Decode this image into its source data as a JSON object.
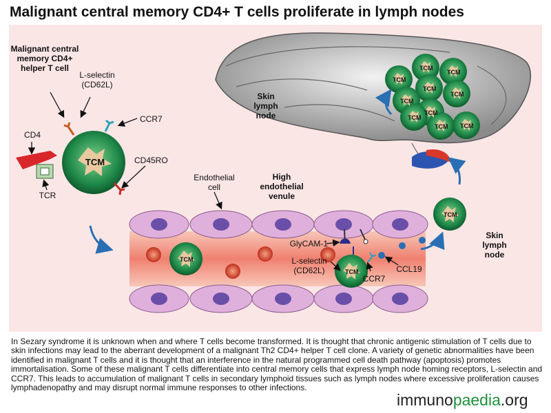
{
  "title": "Malignant central memory CD4+ T cells proliferate in lymph nodes",
  "labels": {
    "malignant_cell": "Malignant central memory CD4+ helper T cell",
    "l_selectin_top": "L-selectin (CD62L)",
    "ccr7_top": "CCR7",
    "cd4": "CD4",
    "cd45ro": "CD45RO",
    "tcr": "TCR",
    "tcm": "TCM",
    "endothelial_cell": "Endothelial cell",
    "high_endothelial_venule": "High endothelial venule",
    "skin_lymph_node_top": "Skin lymph node",
    "skin_lymph_node_right": "Skin lymph node",
    "glycam": "GlyCAM-1",
    "l_selectin_bottom": "L-selectin (CD62L)",
    "ccr7_bottom": "CCR7",
    "ccl19": "CCL19"
  },
  "caption": "In Sezary syndrome it is unknown when and where T cells become transformed. It is thought that chronic antigenic stimulation of T cells due to skin infections may lead to the aberrant development of a malignant Th2 CD4+ helper T cell clone. A variety of genetic abnormalities have been identified in malignant T cells and it is thought that an interference in the natural programmed cell death pathway (apoptosis) promotes immortalisation. Some of these malignant T cells differentiate into central memory cells that express lymph node homing receptors, L-selectin and CCR7. This leads to accumulation of malignant T cells in secondary lymphoid tissues such as lymph nodes where excessive proliferation causes lymphadenopathy and may disrupt normal immune responses to other infections.",
  "logo": {
    "prefix": "immuno",
    "accent": "paedia",
    "suffix": ".org"
  },
  "colors": {
    "background": "#fbe6e6",
    "cell_green": "#1f8a4a",
    "cell_core": "#e8c9a0",
    "endothelium": "#e0b0dc",
    "nucleus": "#6a4fa8",
    "vessel": "#f08a7a",
    "rbc": "#d0382a",
    "arrow_blue": "#2a6fb3",
    "lymph_gray": "#9a9a9a"
  }
}
